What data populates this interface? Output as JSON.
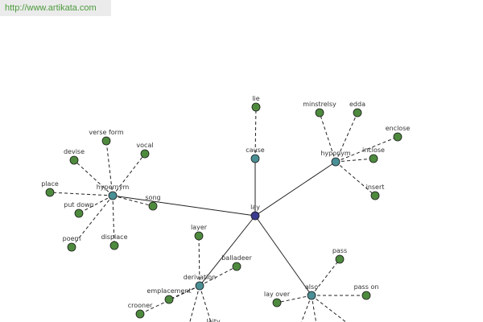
{
  "header": {
    "url": "http://www.artikata.com"
  },
  "colors": {
    "root": "#3b3b8f",
    "relation": "#4a8f95",
    "leaf": "#4e8a3e",
    "edge": "#222222"
  },
  "nodes": [
    {
      "id": "lay",
      "label": "lay",
      "kind": "root"
    },
    {
      "id": "cause",
      "label": "cause",
      "kind": "relation"
    },
    {
      "id": "hyponym",
      "label": "hyponym",
      "kind": "relation"
    },
    {
      "id": "hypernym",
      "label": "hypernym",
      "kind": "relation"
    },
    {
      "id": "derivation",
      "label": "derivation",
      "kind": "relation"
    },
    {
      "id": "also",
      "label": "also",
      "kind": "relation"
    },
    {
      "id": "lie",
      "label": "lie",
      "kind": "leaf"
    },
    {
      "id": "minstrelsy",
      "label": "minstrelsy",
      "kind": "leaf"
    },
    {
      "id": "edda",
      "label": "edda",
      "kind": "leaf"
    },
    {
      "id": "enclose",
      "label": "enclose",
      "kind": "leaf"
    },
    {
      "id": "inclose",
      "label": "inclose",
      "kind": "leaf"
    },
    {
      "id": "insert",
      "label": "insert",
      "kind": "leaf"
    },
    {
      "id": "verse-form",
      "label": "verse form",
      "kind": "leaf"
    },
    {
      "id": "vocal",
      "label": "vocal",
      "kind": "leaf"
    },
    {
      "id": "devise",
      "label": "devise",
      "kind": "leaf"
    },
    {
      "id": "place",
      "label": "place",
      "kind": "leaf"
    },
    {
      "id": "song",
      "label": "song",
      "kind": "leaf"
    },
    {
      "id": "put-down",
      "label": "put down",
      "kind": "leaf"
    },
    {
      "id": "poem",
      "label": "poem",
      "kind": "leaf"
    },
    {
      "id": "displace",
      "label": "displace",
      "kind": "leaf"
    },
    {
      "id": "layer",
      "label": "layer",
      "kind": "leaf"
    },
    {
      "id": "balladeer",
      "label": "balladeer",
      "kind": "leaf"
    },
    {
      "id": "emplacement",
      "label": "emplacement",
      "kind": "leaf"
    },
    {
      "id": "crooner",
      "label": "crooner",
      "kind": "leaf"
    },
    {
      "id": "laity",
      "label": "laity",
      "kind": "leaf"
    },
    {
      "id": "deriv-offscreen",
      "label": "",
      "kind": "leaf"
    },
    {
      "id": "pass",
      "label": "pass",
      "kind": "leaf"
    },
    {
      "id": "lay-over",
      "label": "lay over",
      "kind": "leaf"
    },
    {
      "id": "pass-on",
      "label": "pass on",
      "kind": "leaf"
    },
    {
      "id": "also-offscreen-1",
      "label": "",
      "kind": "leaf"
    },
    {
      "id": "also-offscreen-2",
      "label": "",
      "kind": "leaf"
    },
    {
      "id": "also-offscreen-3",
      "label": "",
      "kind": "leaf"
    }
  ],
  "edges": [
    {
      "from": "lay",
      "to": "cause",
      "style": "solid"
    },
    {
      "from": "lay",
      "to": "hyponym",
      "style": "solid"
    },
    {
      "from": "lay",
      "to": "hypernym",
      "style": "solid"
    },
    {
      "from": "lay",
      "to": "derivation",
      "style": "solid"
    },
    {
      "from": "lay",
      "to": "also",
      "style": "solid"
    },
    {
      "from": "cause",
      "to": "lie",
      "style": "dashed"
    },
    {
      "from": "hyponym",
      "to": "minstrelsy",
      "style": "dashed"
    },
    {
      "from": "hyponym",
      "to": "edda",
      "style": "dashed"
    },
    {
      "from": "hyponym",
      "to": "enclose",
      "style": "dashed"
    },
    {
      "from": "hyponym",
      "to": "inclose",
      "style": "dashed"
    },
    {
      "from": "hyponym",
      "to": "insert",
      "style": "dashed"
    },
    {
      "from": "hypernym",
      "to": "verse-form",
      "style": "dashed"
    },
    {
      "from": "hypernym",
      "to": "vocal",
      "style": "dashed"
    },
    {
      "from": "hypernym",
      "to": "devise",
      "style": "dashed"
    },
    {
      "from": "hypernym",
      "to": "place",
      "style": "dashed"
    },
    {
      "from": "hypernym",
      "to": "song",
      "style": "dashed"
    },
    {
      "from": "hypernym",
      "to": "put-down",
      "style": "dashed"
    },
    {
      "from": "hypernym",
      "to": "poem",
      "style": "dashed"
    },
    {
      "from": "hypernym",
      "to": "displace",
      "style": "dashed"
    },
    {
      "from": "derivation",
      "to": "layer",
      "style": "dashed"
    },
    {
      "from": "derivation",
      "to": "balladeer",
      "style": "dashed"
    },
    {
      "from": "derivation",
      "to": "emplacement",
      "style": "dashed"
    },
    {
      "from": "derivation",
      "to": "crooner",
      "style": "dashed"
    },
    {
      "from": "derivation",
      "to": "laity",
      "style": "dashed"
    },
    {
      "from": "derivation",
      "to": "deriv-offscreen",
      "style": "dashed"
    },
    {
      "from": "also",
      "to": "pass",
      "style": "dashed"
    },
    {
      "from": "also",
      "to": "lay-over",
      "style": "dashed"
    },
    {
      "from": "also",
      "to": "pass-on",
      "style": "dashed"
    },
    {
      "from": "also",
      "to": "also-offscreen-1",
      "style": "dashed"
    },
    {
      "from": "also",
      "to": "also-offscreen-2",
      "style": "dashed"
    },
    {
      "from": "also",
      "to": "also-offscreen-3",
      "style": "dashed"
    }
  ]
}
